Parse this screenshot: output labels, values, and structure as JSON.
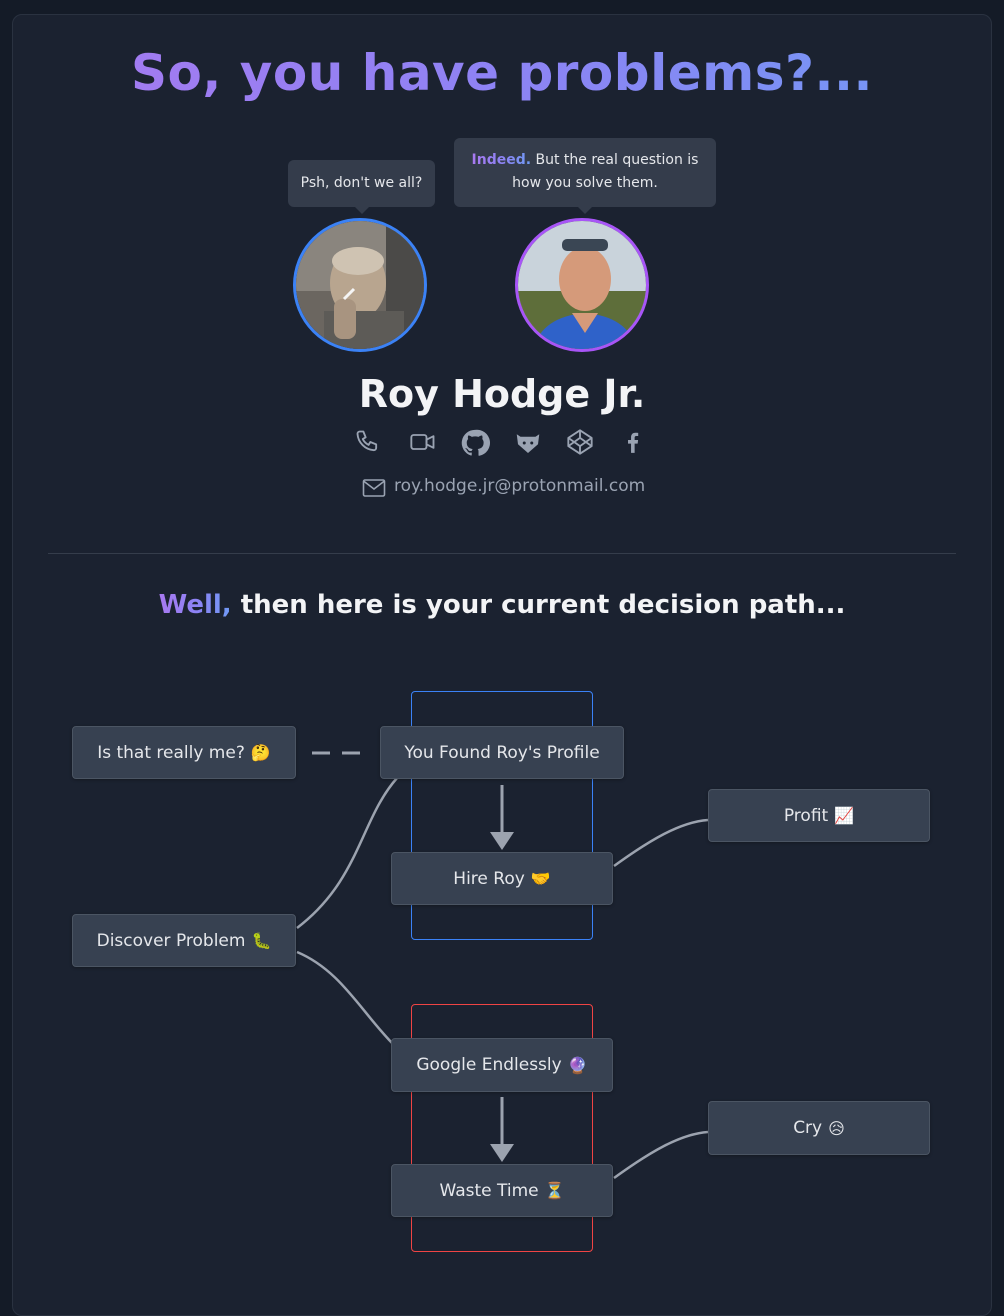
{
  "header": {
    "title": "So, you have problems?..."
  },
  "bubbles": {
    "left": "Psh, don't we all?",
    "right_highlight": "Indeed.",
    "right_line1": "But the real question is",
    "right_line2": "how you solve them."
  },
  "profile": {
    "name": "Roy Hodge Jr.",
    "email": "roy.hodge.jr@protonmail.com",
    "socials": [
      "phone-icon",
      "video-icon",
      "github-icon",
      "gitlab-icon",
      "codepen-icon",
      "facebook-icon"
    ]
  },
  "section": {
    "subtitle_highlight": "Well,",
    "subtitle_rest": " then here is your current decision path..."
  },
  "flow": {
    "nodes": {
      "is_that_me": {
        "label": "Is that really me?",
        "emoji": "🤔"
      },
      "found_profile": {
        "label": "You Found Roy's Profile",
        "emoji": ""
      },
      "hire_roy": {
        "label": "Hire Roy",
        "emoji": "🤝"
      },
      "profit": {
        "label": "Profit",
        "emoji": "📈"
      },
      "discover": {
        "label": "Discover Problem",
        "emoji": "🐛"
      },
      "google": {
        "label": "Google Endlessly",
        "emoji": "🔮"
      },
      "waste": {
        "label": "Waste Time",
        "emoji": "⏳"
      },
      "cry": {
        "label": "Cry",
        "emoji": "😥"
      }
    }
  },
  "colors": {
    "accent_purple": "#a879f0",
    "accent_blue": "#6f9bf5",
    "group_good": "#3b82f6",
    "group_bad": "#ef4444",
    "avatar_left_ring": "#3b82f6",
    "avatar_right_ring": "#a855f7"
  }
}
